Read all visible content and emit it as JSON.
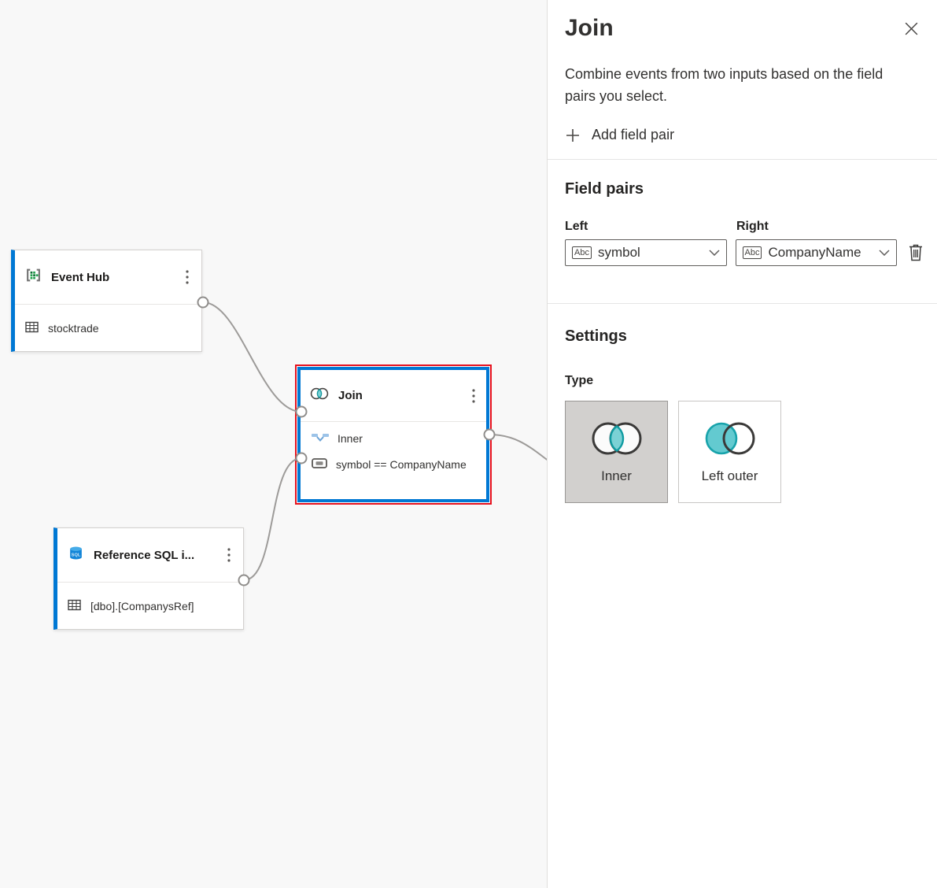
{
  "canvas": {
    "nodes": {
      "event_hub": {
        "title": "Event Hub",
        "table": "stocktrade"
      },
      "join": {
        "title": "Join",
        "join_type": "Inner",
        "condition": "symbol == CompanyName"
      },
      "reference_sql": {
        "title": "Reference SQL i...",
        "table": "[dbo].[CompanysRef]"
      }
    }
  },
  "panel": {
    "title": "Join",
    "description": "Combine events from two inputs based on the field pairs you select.",
    "add_field_pair_label": "Add field pair",
    "field_pairs": {
      "heading": "Field pairs",
      "left_label": "Left",
      "right_label": "Right",
      "left_value": "symbol",
      "right_value": "CompanyName",
      "field_type_badge": "Abc"
    },
    "settings": {
      "heading": "Settings",
      "type_label": "Type",
      "type_options": [
        {
          "label": "Inner",
          "selected": true
        },
        {
          "label": "Left outer",
          "selected": false
        }
      ]
    }
  },
  "colors": {
    "accent_blue": "#0078d4",
    "selection_red": "#e6111d",
    "teal_fill": "#7bd1d5",
    "teal_stroke": "#0f9ba1",
    "connector_gray": "#9d9b99",
    "canvas_bg": "#f8f8f8",
    "selected_type_bg": "#d2d0ce"
  }
}
